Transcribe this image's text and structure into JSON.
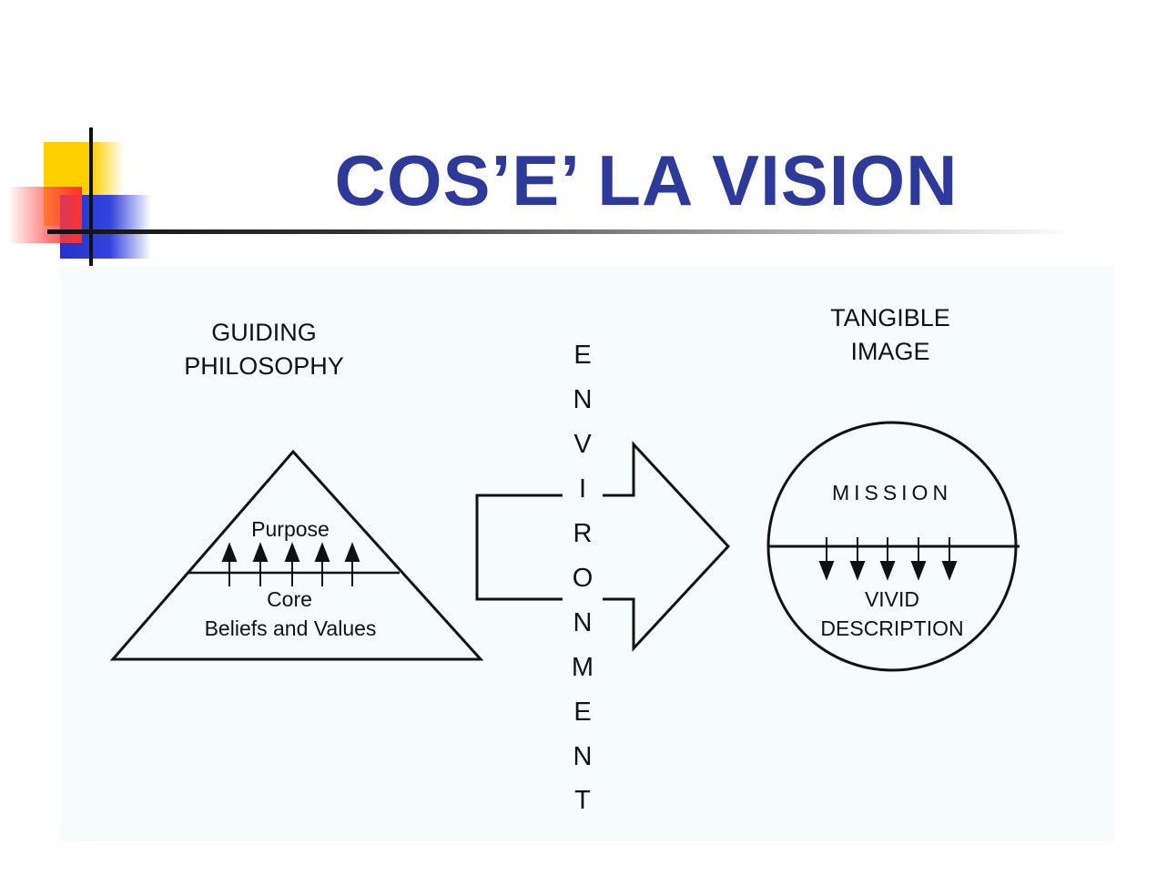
{
  "slide": {
    "title": "COS’E’ LA VISION"
  },
  "diagram": {
    "left": {
      "heading_line1": "GUIDING",
      "heading_line2": "PHILOSOPHY",
      "upper_label": "Purpose",
      "lower_label_line1": "Core",
      "lower_label_line2": "Beliefs and Values"
    },
    "middle": {
      "letters": [
        "E",
        "N",
        "V",
        "I",
        "R",
        "O",
        "N",
        "M",
        "E",
        "N",
        "T"
      ]
    },
    "right": {
      "heading_line1": "TANGIBLE",
      "heading_line2": "IMAGE",
      "upper_label": "MISSION",
      "lower_label_line1": "VIVID",
      "lower_label_line2": "DESCRIPTION"
    }
  },
  "colors": {
    "title": "#2e3a9a",
    "logo_yellow": "#ffd000",
    "logo_blue": "#2233cc",
    "logo_red": "#ff3030",
    "panel_bg": "#f6fbfe",
    "stroke": "#111111"
  }
}
